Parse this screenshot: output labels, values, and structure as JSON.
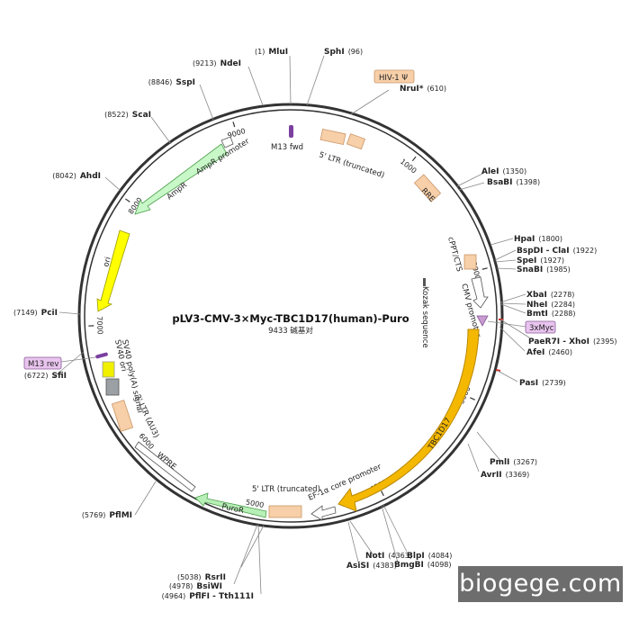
{
  "plasmid": {
    "name": "pLV3-CMV-3×Myc-TBC1D17(human)-Puro",
    "length_label": "9433 碱基对",
    "length_bp": 9433
  },
  "ticks": [
    {
      "bp": 1000,
      "label": "1000"
    },
    {
      "bp": 2000,
      "label": "2000"
    },
    {
      "bp": 3000,
      "label": "3000"
    },
    {
      "bp": 4000,
      "label": "4000"
    },
    {
      "bp": 5000,
      "label": "5000"
    },
    {
      "bp": 6000,
      "label": "6000"
    },
    {
      "bp": 7000,
      "label": "7000"
    },
    {
      "bp": 8000,
      "label": "8000"
    },
    {
      "bp": 9000,
      "label": "9000"
    }
  ],
  "sites": [
    {
      "name": "MluI",
      "pos": "(1)",
      "bp": 1
    },
    {
      "name": "SphI",
      "pos": "(96)",
      "bp": 96
    },
    {
      "name": "NruI*",
      "pos": "(610)",
      "bp": 610
    },
    {
      "name": "AleI",
      "pos": "(1350)",
      "bp": 1350
    },
    {
      "name": "BsaBI",
      "pos": "(1398)",
      "bp": 1398
    },
    {
      "name": "HpaI",
      "pos": "(1800)",
      "bp": 1800
    },
    {
      "name": "BspDI - ClaI",
      "pos": "(1922)",
      "bp": 1922
    },
    {
      "name": "SpeI",
      "pos": "(1927)",
      "bp": 1927
    },
    {
      "name": "SnaBI",
      "pos": "(1985)",
      "bp": 1985
    },
    {
      "name": "XbaI",
      "pos": "(2278)",
      "bp": 2278
    },
    {
      "name": "NheI",
      "pos": "(2284)",
      "bp": 2284
    },
    {
      "name": "BmtI",
      "pos": "(2288)",
      "bp": 2288
    },
    {
      "name": "PaeR7I - XhoI",
      "pos": "(2395)",
      "bp": 2395
    },
    {
      "name": "AfeI",
      "pos": "(2460)",
      "bp": 2460
    },
    {
      "name": "PasI",
      "pos": "(2739)",
      "bp": 2739
    },
    {
      "name": "PmlI",
      "pos": "(3267)",
      "bp": 3267
    },
    {
      "name": "AvrII",
      "pos": "(3369)",
      "bp": 3369
    },
    {
      "name": "BlpI",
      "pos": "(4084)",
      "bp": 4084
    },
    {
      "name": "BmgBI",
      "pos": "(4098)",
      "bp": 4098
    },
    {
      "name": "NotI",
      "pos": "(4363)",
      "bp": 4363
    },
    {
      "name": "AsiSI",
      "pos": "(4383)",
      "bp": 4383
    },
    {
      "name": "RsrII",
      "pos": "(5038)",
      "bp": 5038
    },
    {
      "name": "BsiWI",
      "pos": "(4978)",
      "bp": 4978
    },
    {
      "name": "PflFI - Tth111I",
      "pos": "(4964)",
      "bp": 4964
    },
    {
      "name": "PflMI",
      "pos": "(5769)",
      "bp": 5769
    },
    {
      "name": "SfiI",
      "pos": "(6722)",
      "bp": 6722
    },
    {
      "name": "PciI",
      "pos": "(7149)",
      "bp": 7149
    },
    {
      "name": "AhdI",
      "pos": "(8042)",
      "bp": 8042
    },
    {
      "name": "ScaI",
      "pos": "(8522)",
      "bp": 8522
    },
    {
      "name": "SspI",
      "pos": "(8846)",
      "bp": 8846
    },
    {
      "name": "NdeI",
      "pos": "(9213)",
      "bp": 9213
    }
  ],
  "features": [
    {
      "label": "M13 fwd",
      "color": "#7b3fa0"
    },
    {
      "label": "5' LTR (truncated)",
      "color": "#f7cfa8"
    },
    {
      "label": "HIV-1 Ψ",
      "color": "#f7cfa8"
    },
    {
      "label": "RRE",
      "color": "#f7cfa8"
    },
    {
      "label": "cPPT/CTS",
      "color": "#f7cfa8"
    },
    {
      "label": "CMV promoter",
      "color": "#ffffff"
    },
    {
      "label": "Kozak sequence",
      "color": "#555555"
    },
    {
      "label": "3xMyc",
      "color": "#c79bd0"
    },
    {
      "label": "TBC1D17",
      "color": "#f5b800"
    },
    {
      "label": "EF-1α core promoter",
      "color": "#ffffff"
    },
    {
      "label": "PuroR",
      "color": "#b7f0b7"
    },
    {
      "label": "5' LTR (truncated)",
      "color": "#f7cfa8"
    },
    {
      "label": "WPRE",
      "color": "#ffffff"
    },
    {
      "label": "3' LTR (ΔU3)",
      "color": "#f7cfa8"
    },
    {
      "label": "SV40 poly(A) signal",
      "color": "#a0a0a0"
    },
    {
      "label": "SV40 ori",
      "color": "#f0f000"
    },
    {
      "label": "M13 rev",
      "color": "#c79bd0"
    },
    {
      "label": "ori",
      "color": "#ffff00"
    },
    {
      "label": "AmpR",
      "color": "#c8f7c8"
    },
    {
      "label": "AmpR promoter",
      "color": "#ffffff"
    }
  ],
  "colors": {
    "backbone": "#333333",
    "ltr": "#f7cfa8",
    "tbc1d17": "#f5b800",
    "ampr": "#c8f7c8",
    "puror": "#b7f0b7",
    "ori": "#ffff00",
    "tag": "#c79bd0",
    "unique_site_mark": "#d0302a"
  },
  "watermark": "biogege.com"
}
